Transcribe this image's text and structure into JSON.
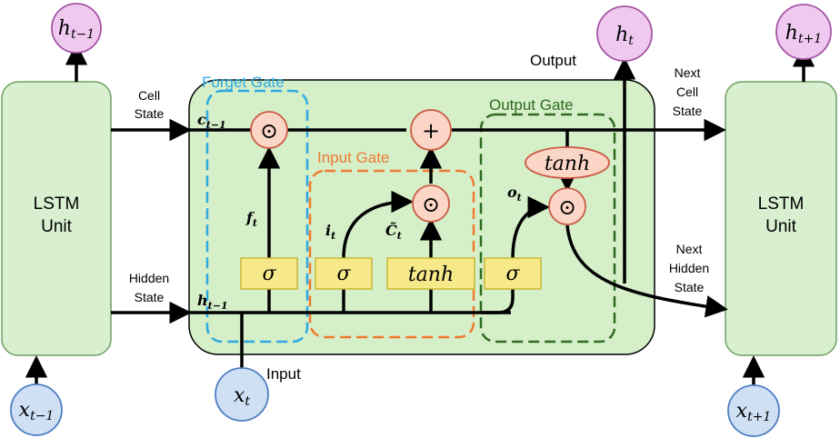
{
  "left_unit": {
    "line1": "LSTM",
    "line2": "Unit"
  },
  "right_unit": {
    "line1": "LSTM",
    "line2": "Unit"
  },
  "inputs": {
    "prev": {
      "base": "x",
      "sub": "t−1"
    },
    "curr": {
      "base": "x",
      "sub": "t"
    },
    "next": {
      "base": "x",
      "sub": "t+1"
    }
  },
  "outputs": {
    "prev": {
      "base": "h",
      "sub": "t−1"
    },
    "curr": {
      "base": "h",
      "sub": "t"
    },
    "next": {
      "base": "h",
      "sub": "t+1"
    }
  },
  "labels": {
    "cell_state": [
      "Cell",
      "State"
    ],
    "hidden_state": [
      "Hidden",
      "State"
    ],
    "next_cell_state": [
      "Next",
      "Cell",
      "State"
    ],
    "next_hidden_state": [
      "Next",
      "Hidden",
      "State"
    ],
    "output": "Output",
    "input": "Input"
  },
  "gates": {
    "forget": {
      "label": "Forget Gate",
      "color": "#2fa8e0"
    },
    "input": {
      "label": "Input Gate",
      "color": "#ee7b30"
    },
    "output": {
      "label": "Output Gate",
      "color": "#2e6b1f"
    }
  },
  "signals": {
    "c_prev": {
      "base": "c",
      "sub": "t−1"
    },
    "h_prev": {
      "base": "h",
      "sub": "t−1"
    },
    "f": {
      "base": "f",
      "sub": "t"
    },
    "i": {
      "base": "i",
      "sub": "t"
    },
    "c_tilde": {
      "base": "C̃",
      "sub": "t"
    },
    "o": {
      "base": "o",
      "sub": "t"
    }
  },
  "operators": {
    "multiply": "⊙",
    "add": "+"
  },
  "activations": {
    "sigma": "σ",
    "tanh": "tanh"
  },
  "colors": {
    "unit_fill": "#d8efd0",
    "cell_fill": "#d5efc9",
    "box_fill": "#f7e889",
    "box_stroke": "#c9b735",
    "op_fill": "#fbd6c7",
    "op_stroke": "#cc5a45",
    "io_fill_h": "#efc9ef",
    "io_stroke_h": "#a456a4",
    "io_fill_x": "#cfe0f4",
    "io_stroke_x": "#4f7ec2"
  }
}
